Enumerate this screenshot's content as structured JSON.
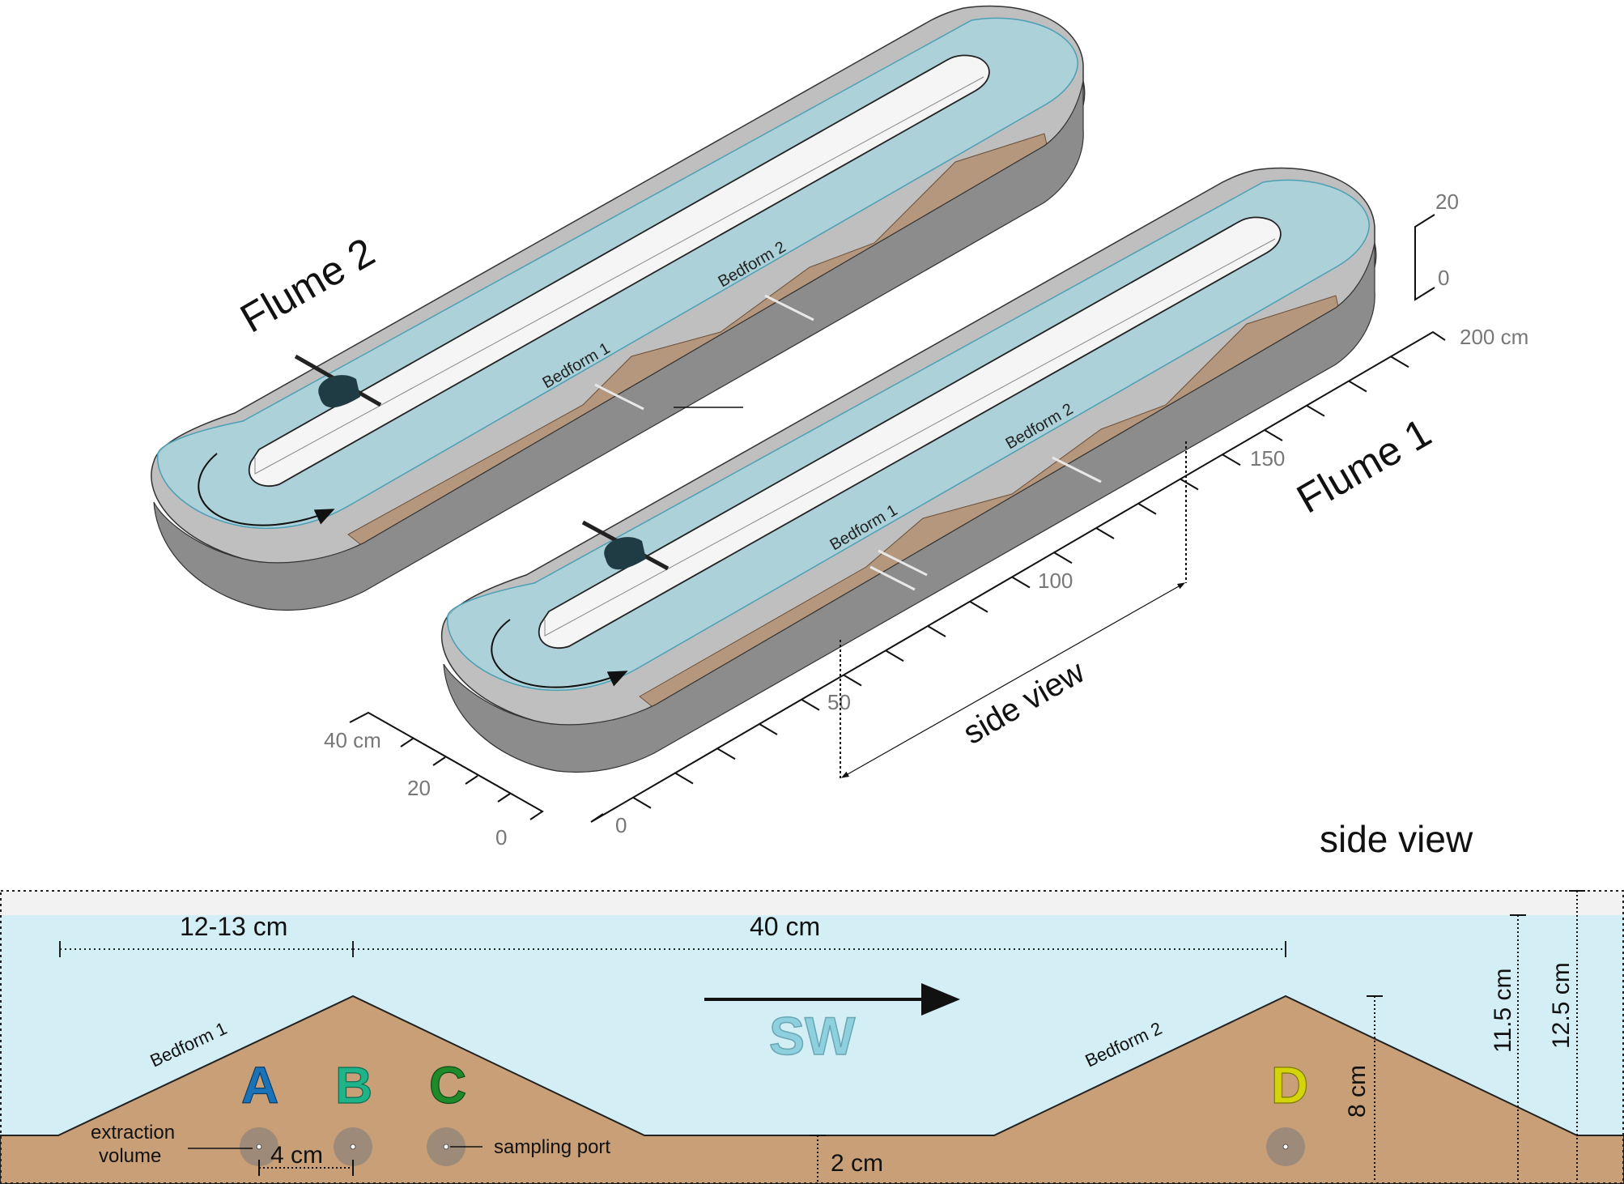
{
  "flume2": {
    "title": "Flume 2",
    "bedform1": "Bedform 1",
    "bedform2": "Bedform 2"
  },
  "flume1": {
    "title": "Flume 1",
    "bedform1": "Bedform 1",
    "bedform2": "Bedform 2"
  },
  "length_axis": {
    "ticks": [
      "0",
      "50",
      "100",
      "150",
      "200 cm"
    ]
  },
  "width_axis": {
    "ticks": [
      "0",
      "20",
      "40 cm"
    ]
  },
  "height_axis": {
    "ticks": [
      "0",
      "20"
    ]
  },
  "side_view_marker": "side view",
  "side_view": {
    "title": "side view",
    "dims": {
      "crest_offset": "12-13 cm",
      "crest_spacing": "40 cm",
      "bedform_height": "8 cm",
      "water_depth": "11.5 cm",
      "total_depth": "12.5 cm",
      "base_sediment": "2 cm",
      "port_spacing": "4 cm"
    },
    "bedform1": "Bedform 1",
    "bedform2": "Bedform 2",
    "surface_water": "SW",
    "ports": [
      "A",
      "B",
      "C",
      "D"
    ],
    "labels": {
      "extraction": "extraction\nvolume",
      "extraction_line1": "extraction",
      "extraction_line2": "volume",
      "sampling_port": "sampling port"
    },
    "colors": {
      "water": "#d3eff5",
      "sediment": "#c99f78",
      "A": "#1a73b8",
      "B": "#1fb38a",
      "C": "#1f8a2a",
      "D": "#d4d40a",
      "SW": "#8fd0de"
    }
  }
}
